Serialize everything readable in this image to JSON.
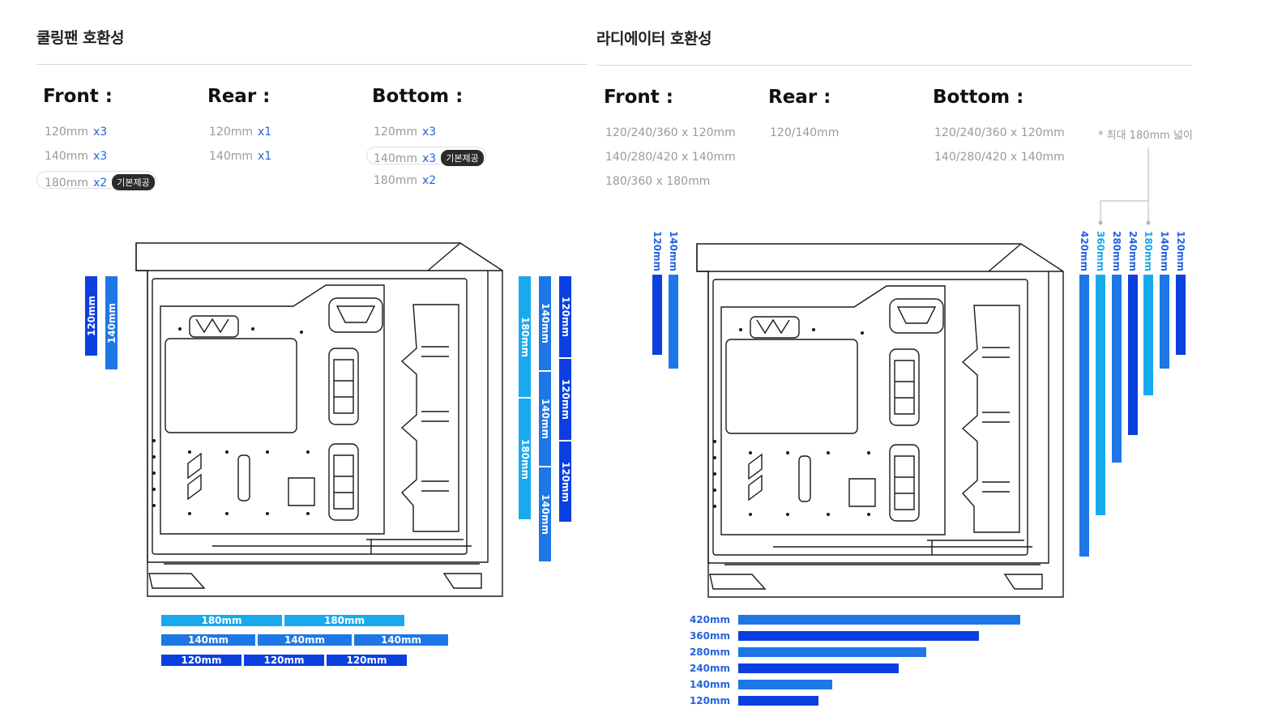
{
  "fan": {
    "title": "쿨링팬 호환성",
    "front": {
      "heading": "Front :",
      "rows": [
        {
          "size": "120mm",
          "count": "x3",
          "tag": ""
        },
        {
          "size": "140mm",
          "count": "x3",
          "tag": ""
        },
        {
          "size": "180mm",
          "count": "x2",
          "tag": "기본제공"
        }
      ]
    },
    "rear": {
      "heading": "Rear :",
      "rows": [
        {
          "size": "120mm",
          "count": "x1",
          "tag": ""
        },
        {
          "size": "140mm",
          "count": "x1",
          "tag": ""
        }
      ]
    },
    "bottom": {
      "heading": "Bottom :",
      "rows": [
        {
          "size": "120mm",
          "count": "x3",
          "tag": ""
        },
        {
          "size": "140mm",
          "count": "x3",
          "tag": "기본제공"
        },
        {
          "size": "180mm",
          "count": "x2",
          "tag": ""
        }
      ]
    },
    "diagram": {
      "rear_bars": [
        "120mm",
        "140mm"
      ],
      "front_bars": {
        "col180": [
          "180mm",
          "180mm"
        ],
        "col140": [
          "140mm",
          "140mm",
          "140mm"
        ],
        "col120": [
          "120mm",
          "120mm",
          "120mm"
        ]
      },
      "bottom_bars": {
        "row180": [
          "180mm",
          "180mm"
        ],
        "row140": [
          "140mm",
          "140mm",
          "140mm"
        ],
        "row120": [
          "120mm",
          "120mm",
          "120mm"
        ]
      }
    }
  },
  "radiator": {
    "title": "라디에이터 호환성",
    "front": {
      "heading": "Front :",
      "rows": [
        "120/240/360 x 120mm",
        "140/280/420 x 140mm",
        "180/360 x 180mm"
      ]
    },
    "rear": {
      "heading": "Rear :",
      "rows": [
        "120/140mm"
      ]
    },
    "bottom": {
      "heading": "Bottom :",
      "rows": [
        "120/240/360 x 120mm",
        "140/280/420 x 140mm"
      ]
    },
    "note": "* 최대 180mm 넓이",
    "diagram": {
      "rear_bars": [
        "120mm",
        "140mm"
      ],
      "front_bars": [
        "420mm",
        "360mm",
        "280mm",
        "240mm",
        "180mm",
        "140mm",
        "120mm"
      ],
      "bottom_bars": [
        "420mm",
        "360mm",
        "280mm",
        "240mm",
        "140mm",
        "120mm"
      ]
    }
  },
  "colors": {
    "light_blue": "#19aaee",
    "mid_blue": "#1d77e6",
    "deep_blue": "#0b3fe0",
    "count_blue": "#2563e0",
    "tag_dark": "#2b2b2b"
  }
}
